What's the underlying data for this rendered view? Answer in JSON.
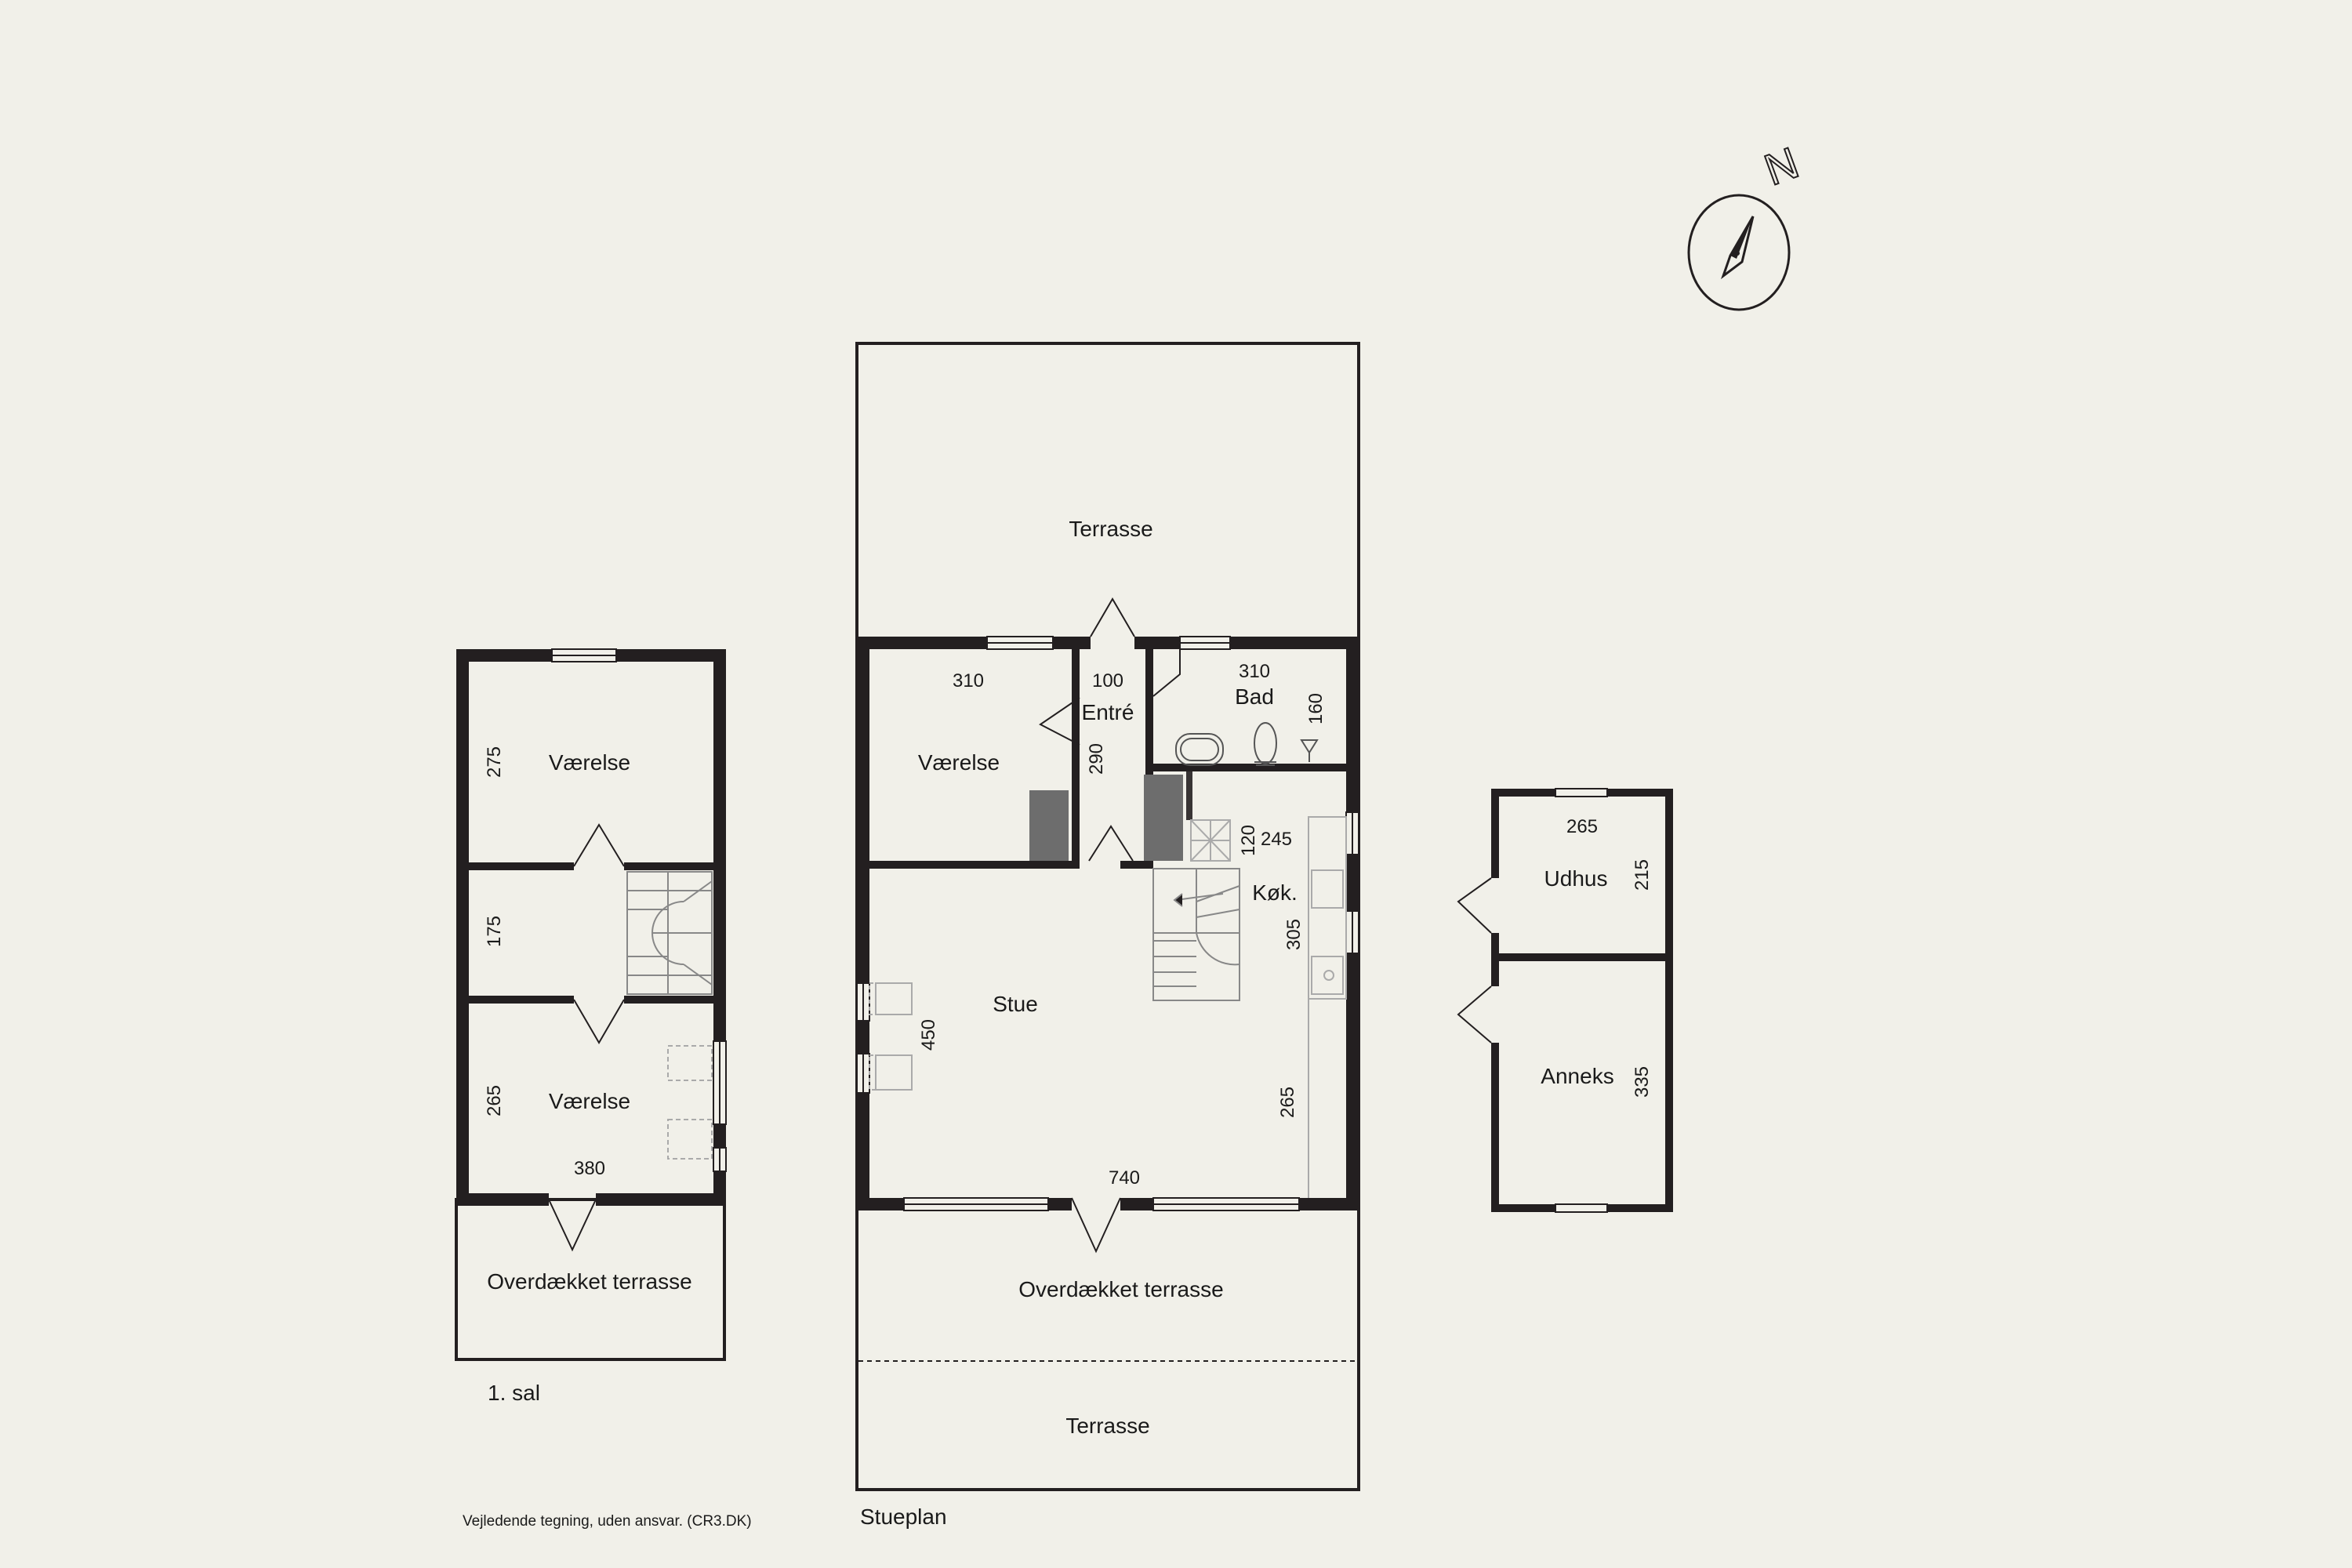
{
  "compass": {
    "north_label": "N",
    "icon": "compass-icon"
  },
  "first_floor": {
    "caption": "1. sal",
    "rooms": {
      "room_top": "Værelse",
      "room_bottom": "Værelse",
      "covered_terrace": "Overdækket terrasse"
    },
    "dims": {
      "d275": "275",
      "d175": "175",
      "d265": "265",
      "d380": "380"
    }
  },
  "ground_floor": {
    "caption": "Stueplan",
    "rooms": {
      "terrace_top": "Terrasse",
      "room": "Værelse",
      "entry": "Entré",
      "bath": "Bad",
      "kitchen": "Køk.",
      "living": "Stue",
      "covered_terrace": "Overdækket terrasse",
      "terrace_bottom": "Terrasse"
    },
    "dims": {
      "d310_room": "310",
      "d100": "100",
      "d310_bath": "310",
      "d160": "160",
      "d290": "290",
      "d120": "120",
      "d245": "245",
      "d305": "305",
      "d450": "450",
      "d265": "265",
      "d740": "740"
    }
  },
  "outbuildings": {
    "rooms": {
      "shed": "Udhus",
      "annex": "Anneks"
    },
    "dims": {
      "d265": "265",
      "d215": "215",
      "d335": "335"
    }
  },
  "disclaimer": "Vejledende tegning, uden ansvar. (CR3.DK)",
  "colors": {
    "background": "#f1f0e9",
    "wall": "#231f20",
    "chimney": "#6d6d6d"
  }
}
